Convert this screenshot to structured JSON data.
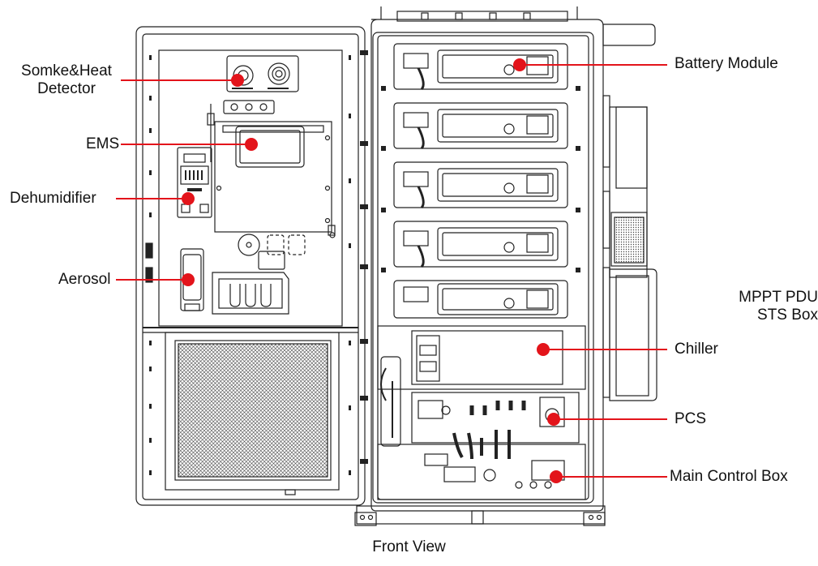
{
  "labels": {
    "smoke_heat_line1": "Somke&Heat",
    "smoke_heat_line2": "Detector",
    "ems": "EMS",
    "dehumidifier": "Dehumidifier",
    "aerosol": "Aerosol",
    "battery_module": "Battery Module",
    "mppt_pdu": "MPPT PDU",
    "sts_box": "STS Box",
    "chiller": "Chiller",
    "pcs": "PCS",
    "main_control_box": "Main Control Box"
  },
  "caption": "Front View",
  "colors": {
    "callout": "#e3141b",
    "line_art": "#222222",
    "background": "#ffffff"
  }
}
